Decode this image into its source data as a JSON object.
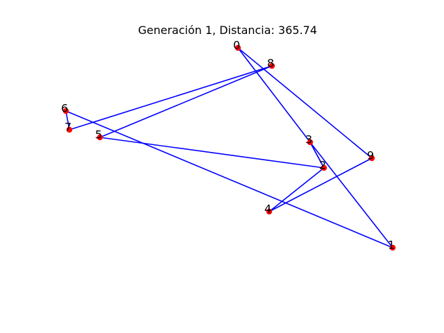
{
  "chart_data": {
    "type": "scatter",
    "title": "Generación 1, Distancia: 365.74",
    "axes_visible": false,
    "grid": false,
    "xlim": [
      0,
      640
    ],
    "ylim": [
      0,
      480
    ],
    "colors": {
      "route": "#0000ff",
      "point": "#ff0000",
      "text": "#000000"
    },
    "points": [
      {
        "label": "0",
        "x": 343,
        "y": 69
      },
      {
        "label": "1",
        "x": 566,
        "y": 357
      },
      {
        "label": "2",
        "x": 467,
        "y": 242
      },
      {
        "label": "3",
        "x": 447,
        "y": 205
      },
      {
        "label": "4",
        "x": 388,
        "y": 305
      },
      {
        "label": "5",
        "x": 144,
        "y": 198
      },
      {
        "label": "6",
        "x": 95,
        "y": 160
      },
      {
        "label": "7",
        "x": 100,
        "y": 187
      },
      {
        "label": "8",
        "x": 392,
        "y": 95
      },
      {
        "label": "9",
        "x": 536,
        "y": 228
      }
    ],
    "route": [
      "0",
      "3",
      "2",
      "3",
      "1",
      "6",
      "7",
      "8",
      "5",
      "2",
      "4",
      "9",
      "0"
    ]
  }
}
